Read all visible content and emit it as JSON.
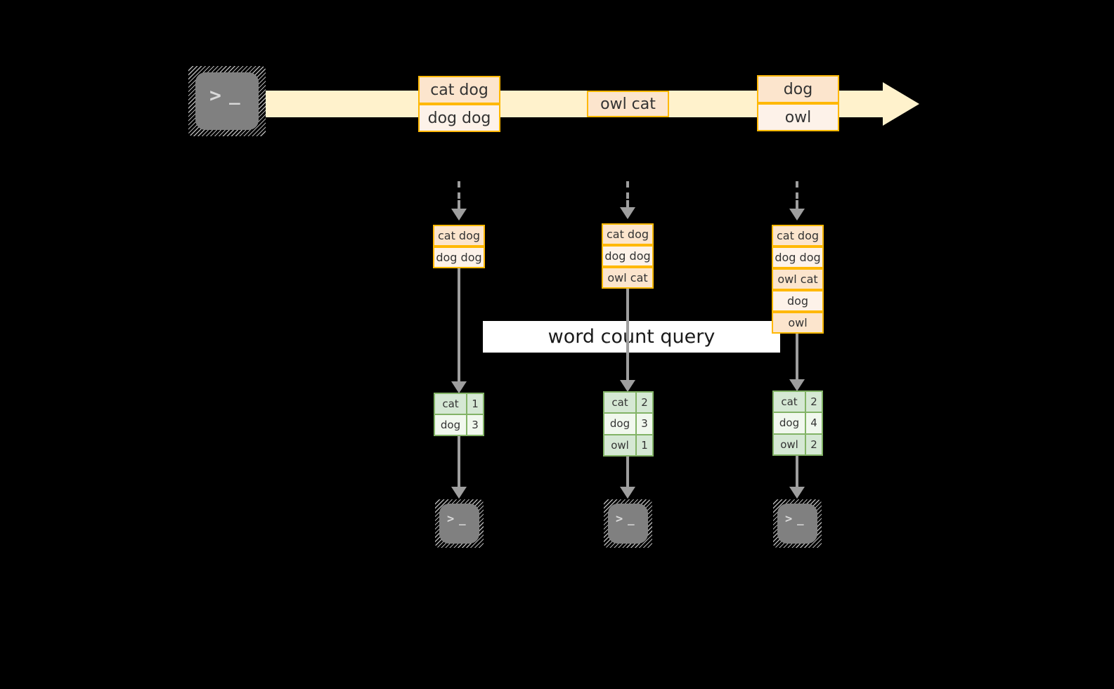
{
  "diagram": {
    "title": "word count query",
    "colors": {
      "background": "#000000",
      "stream_arrow_fill": "#FFF2CC",
      "record_border": "#FFB800",
      "record_fill_dark": "#FCE5CD",
      "record_fill_light": "#FDF2E9",
      "table_border": "#82B366",
      "table_fill_dark": "#D5E8D4",
      "table_fill_light": "#F1F8EE",
      "connector": "#9E9E9E",
      "terminal_face": "#808080",
      "label_band": "#FFFFFF"
    }
  },
  "stream": {
    "source_icon": "terminal-icon",
    "source_glyph_prompt": ">",
    "source_glyph_cursor": "_",
    "events": [
      {
        "name": "event-1",
        "lines": [
          "cat dog",
          "dog dog"
        ]
      },
      {
        "name": "event-2",
        "lines": [
          "owl cat"
        ]
      },
      {
        "name": "event-3",
        "lines": [
          "dog",
          "owl"
        ]
      }
    ]
  },
  "snapshots": [
    {
      "name": "snapshot-1",
      "records": [
        "cat dog",
        "dog dog"
      ],
      "result": {
        "rows": [
          {
            "word": "cat",
            "count": "1"
          },
          {
            "word": "dog",
            "count": "3"
          }
        ]
      },
      "sink_icon": "terminal-icon",
      "sink_glyph_prompt": ">",
      "sink_glyph_cursor": "_"
    },
    {
      "name": "snapshot-2",
      "records": [
        "cat dog",
        "dog dog",
        "owl cat"
      ],
      "result": {
        "rows": [
          {
            "word": "cat",
            "count": "2"
          },
          {
            "word": "dog",
            "count": "3"
          },
          {
            "word": "owl",
            "count": "1"
          }
        ]
      },
      "sink_icon": "terminal-icon",
      "sink_glyph_prompt": ">",
      "sink_glyph_cursor": "_"
    },
    {
      "name": "snapshot-3",
      "records": [
        "cat dog",
        "dog dog",
        "owl cat",
        "dog",
        "owl"
      ],
      "result": {
        "rows": [
          {
            "word": "cat",
            "count": "2"
          },
          {
            "word": "dog",
            "count": "4"
          },
          {
            "word": "owl",
            "count": "2"
          }
        ]
      },
      "sink_icon": "terminal-icon",
      "sink_glyph_prompt": ">",
      "sink_glyph_cursor": "_"
    }
  ]
}
